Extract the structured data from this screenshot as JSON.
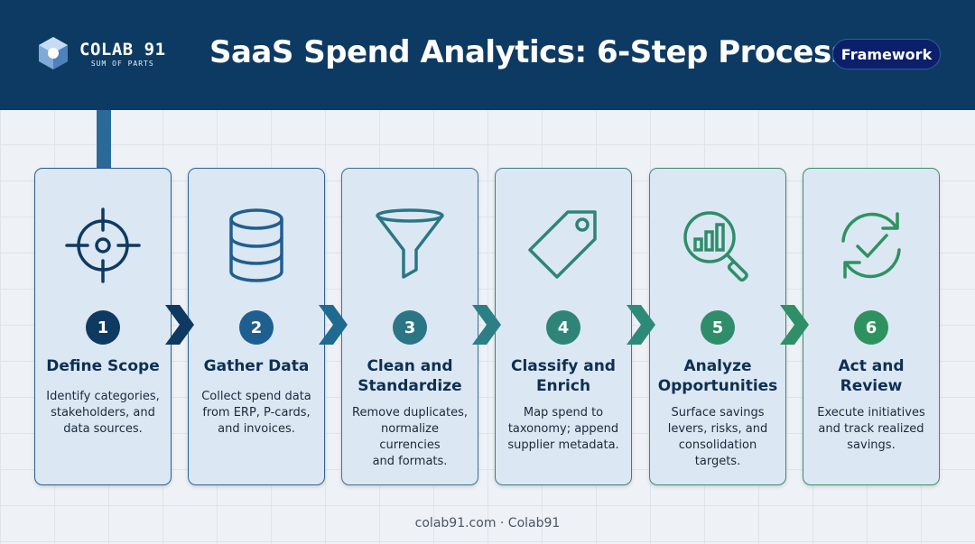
{
  "header": {
    "logo_name": "COLAB 91",
    "logo_tagline": "SUM OF PARTS",
    "title": "SaaS Spend Analytics: 6-Step Process",
    "tag": "Framework"
  },
  "steps": [
    {
      "number": "1",
      "title": "Define Scope",
      "description": "Identify categories,\nstakeholders, and\ndata sources.",
      "icon": "target-icon",
      "color": "#0e3a61"
    },
    {
      "number": "2",
      "title": "Gather Data",
      "description": "Collect spend data\nfrom ERP, P-cards,\nand invoices.",
      "icon": "database-icon",
      "color": "#1f5f8f"
    },
    {
      "number": "3",
      "title": "Clean and\nStandardize",
      "description": "Remove duplicates,\nnormalize currencies\nand formats.",
      "icon": "funnel-icon",
      "color": "#2b7685"
    },
    {
      "number": "4",
      "title": "Classify and\nEnrich",
      "description": "Map spend to\ntaxonomy; append\nsupplier metadata.",
      "icon": "tag-icon",
      "color": "#2e8478"
    },
    {
      "number": "5",
      "title": "Analyze\nOpportunities",
      "description": "Surface savings\nlevers, risks, and\nconsolidation\ntargets.",
      "icon": "analytics-search-icon",
      "color": "#2f8d6a"
    },
    {
      "number": "6",
      "title": "Act and\nReview",
      "description": "Execute initiatives\nand track realized\nsavings.",
      "icon": "refresh-check-icon",
      "color": "#2e9260"
    }
  ],
  "footer": "colab91.com · Colab91"
}
